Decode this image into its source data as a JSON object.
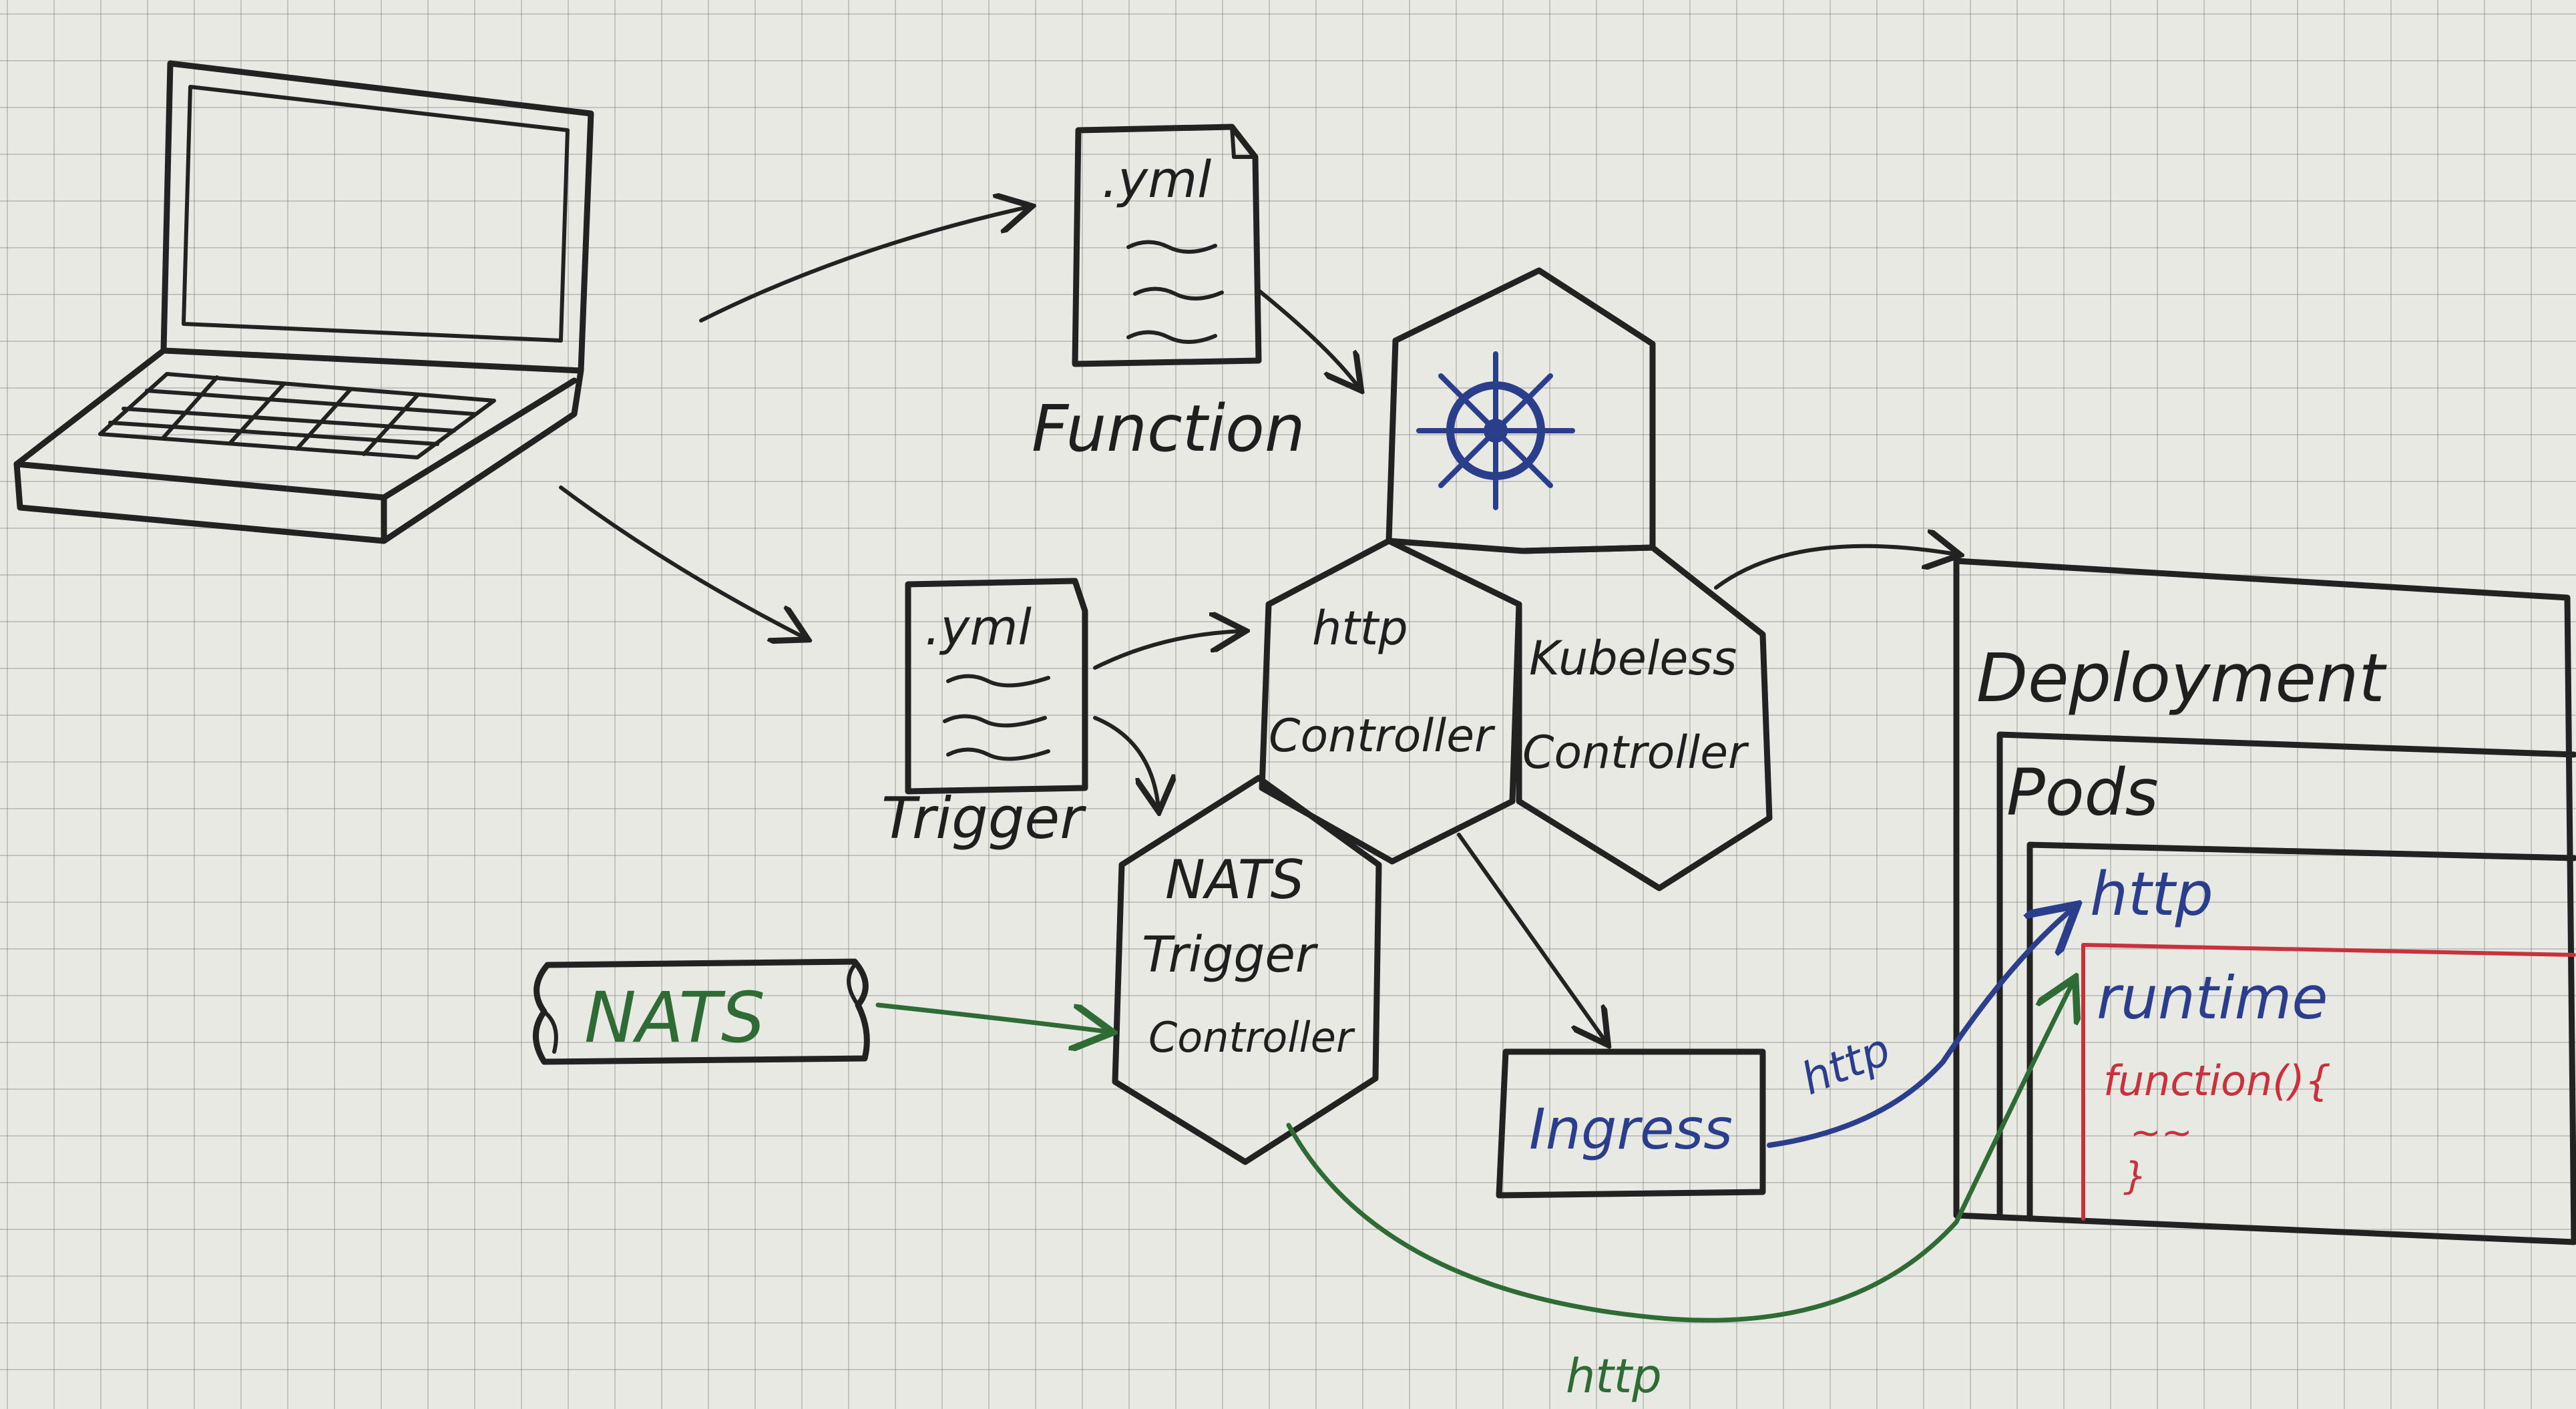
{
  "colors": {
    "ink": "#222222",
    "blue_ink": "#2a3e8c",
    "green_ink": "#2e6b35",
    "red_ink": "#c8323c",
    "paper": "#e9e9e4"
  },
  "icons": [
    "laptop-icon",
    "yml-file-icon",
    "kubernetes-helm-icon",
    "scroll-icon"
  ],
  "function_file": {
    "extension": ".yml",
    "caption": "Function"
  },
  "trigger_file": {
    "extension": ".yml",
    "caption": "Trigger"
  },
  "hexagons": {
    "http_controller": [
      "http",
      "Controller"
    ],
    "kubeless_controller": [
      "Kubeless",
      "Controller"
    ],
    "nats_trigger_controller": [
      "NATS",
      "Trigger",
      "Controller"
    ]
  },
  "nats_source": "NATS",
  "ingress": "Ingress",
  "deployment": {
    "title": "Deployment",
    "pods_title": "Pods",
    "http_label": "http",
    "runtime_label": "runtime",
    "code_lines": [
      "function(){",
      "~~",
      "}"
    ]
  },
  "edge_labels": {
    "ingress_to_pod": "http",
    "nats_to_pod": "http"
  }
}
